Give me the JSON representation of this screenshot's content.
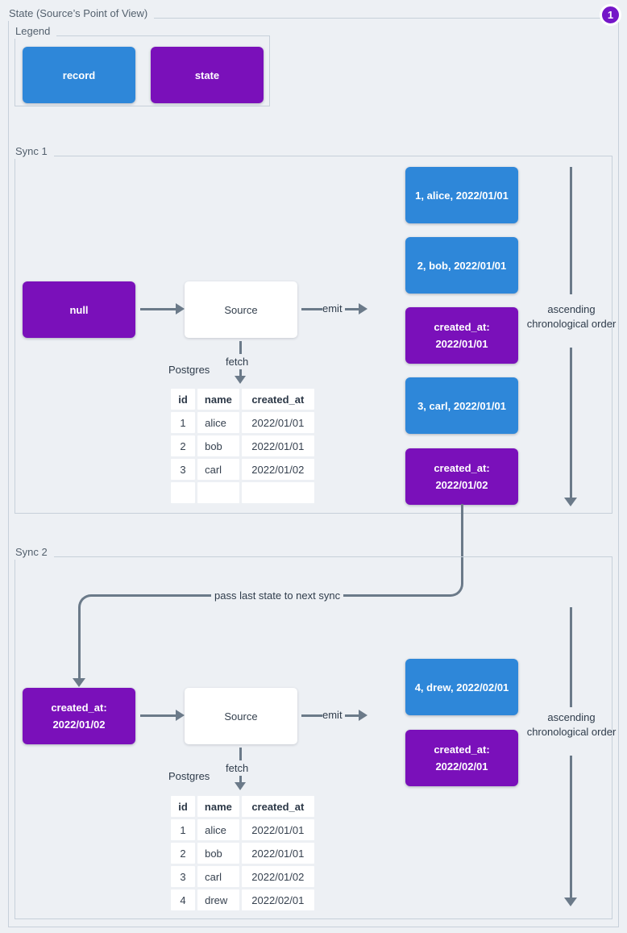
{
  "page": {
    "title": "State (Source’s Point of View)",
    "badge": "1"
  },
  "colors": {
    "record_blue": "#2e87d9",
    "state_purple": "#7a10ba",
    "badge_purple": "#7516c8",
    "arrow_gray": "#6b7a89",
    "background": "#edf0f4"
  },
  "legend": {
    "title": "Legend",
    "record_label": "record",
    "state_label": "state"
  },
  "connector": {
    "label": "pass last state to next sync"
  },
  "sync1": {
    "title": "Sync 1",
    "input_state": "null",
    "source_label": "Source",
    "emit_label": "emit",
    "fetch_label": "fetch",
    "db_label": "Postgres",
    "order_label": "ascending chronological order",
    "stack": [
      {
        "type": "record",
        "text": "1, alice, 2022/01/01"
      },
      {
        "type": "record",
        "text": "2, bob, 2022/01/01"
      },
      {
        "type": "state",
        "text": "created_at:\n2022/01/01"
      },
      {
        "type": "record",
        "text": "3, carl, 2022/01/01"
      },
      {
        "type": "state",
        "text": "created_at:\n2022/01/02"
      }
    ],
    "table": {
      "headers": [
        "id",
        "name",
        "created_at"
      ],
      "rows": [
        [
          "1",
          "alice",
          "2022/01/01"
        ],
        [
          "2",
          "bob",
          "2022/01/01"
        ],
        [
          "3",
          "carl",
          "2022/01/02"
        ],
        [
          "",
          "",
          ""
        ]
      ]
    }
  },
  "sync2": {
    "title": "Sync 2",
    "input_state": "created_at:\n2022/01/02",
    "source_label": "Source",
    "emit_label": "emit",
    "fetch_label": "fetch",
    "db_label": "Postgres",
    "order_label": "ascending chronological order",
    "stack": [
      {
        "type": "record",
        "text": "4, drew, 2022/02/01"
      },
      {
        "type": "state",
        "text": "created_at:\n2022/02/01"
      }
    ],
    "table": {
      "headers": [
        "id",
        "name",
        "created_at"
      ],
      "rows": [
        [
          "1",
          "alice",
          "2022/01/01"
        ],
        [
          "2",
          "bob",
          "2022/01/01"
        ],
        [
          "3",
          "carl",
          "2022/01/02"
        ],
        [
          "4",
          "drew",
          "2022/02/01"
        ]
      ]
    }
  }
}
